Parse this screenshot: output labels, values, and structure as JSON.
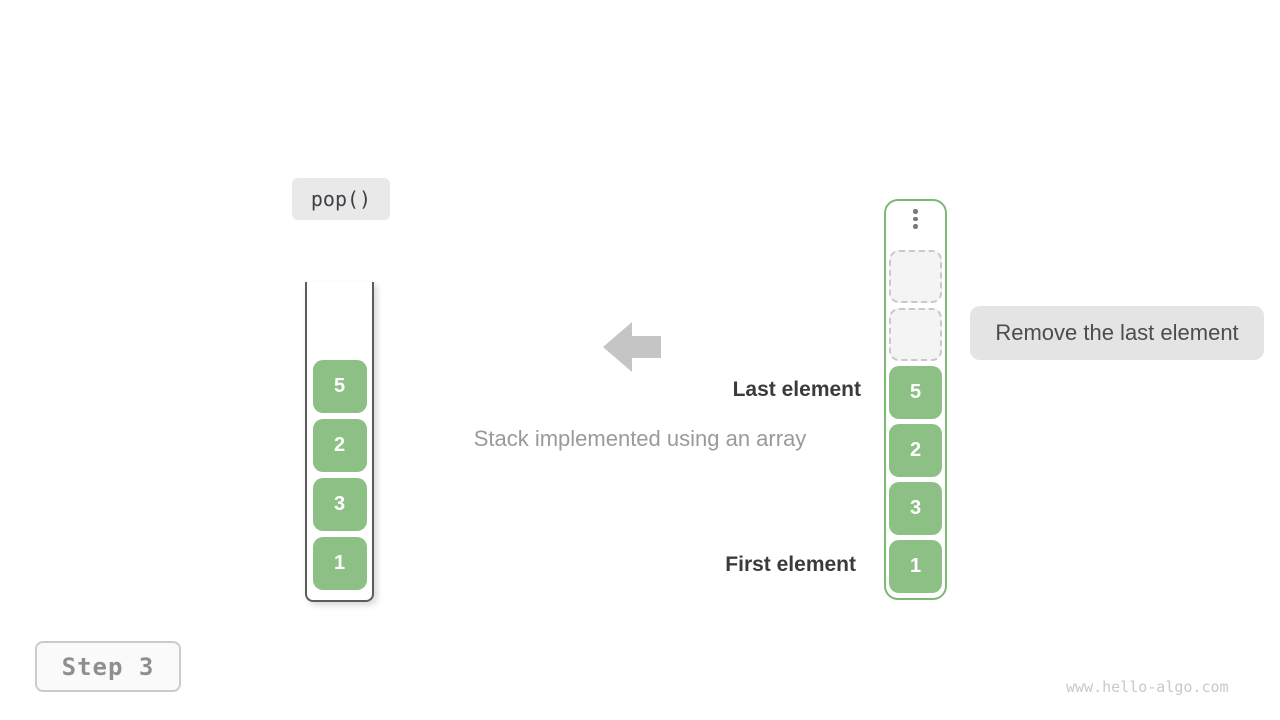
{
  "operation": {
    "label": "pop()"
  },
  "stack_view": {
    "values": [
      "5",
      "2",
      "3",
      "1"
    ]
  },
  "array_view": {
    "empty_slot_count": 2,
    "values": [
      "5",
      "2",
      "3",
      "1"
    ]
  },
  "annotations": {
    "last_element": "Last element",
    "first_element": "First element",
    "action_note": "Remove the last element",
    "caption": "Stack implemented using an array"
  },
  "footer": {
    "step": "Step 3",
    "watermark": "www.hello-algo.com"
  },
  "icons": {
    "pop_arrow": "left-arrow",
    "overflow": "vertical-ellipsis"
  },
  "colors": {
    "element_green": "#8cc084",
    "array_border_green": "#7db874",
    "label_box_gray": "#e9e9e9",
    "tooltip_gray": "#e4e4e4",
    "arrow_gray": "#c5c5c5",
    "caption_gray": "#9a9a9a",
    "dark_text": "#3b3b3b",
    "step_text_gray": "#8f8f8f",
    "watermark_gray": "#c9c9c9"
  }
}
